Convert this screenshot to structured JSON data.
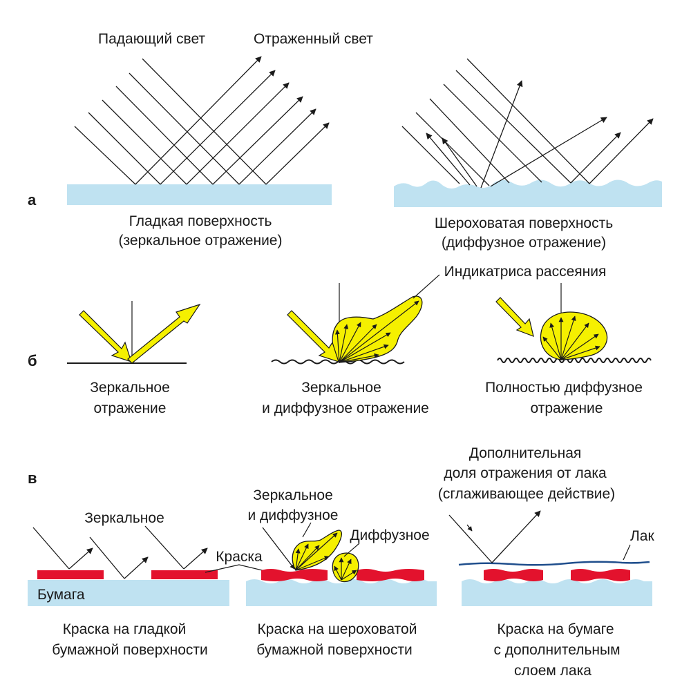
{
  "colors": {
    "paper": "#bfe2f1",
    "ink": "#e3122d",
    "lobe": "#f5f000",
    "varnish": "#1f4e8c",
    "lines": "#1a1a1a"
  },
  "section_a": {
    "letter": "а",
    "incident_light": "Падающий свет",
    "reflected_light": "Отраженный свет",
    "smooth_line1": "Гладкая поверхность",
    "smooth_line2": "(зеркальное отражение)",
    "rough_line1": "Шероховатая поверхность",
    "rough_line2": "(диффузное отражение)"
  },
  "section_b": {
    "letter": "б",
    "indicatrix": "Индикатриса рассеяния",
    "mirror_line1": "Зеркальное",
    "mirror_line2": "отражение",
    "mixed_line1": "Зеркальное",
    "mixed_line2": "и диффузное отражение",
    "diffuse_line1": "Полностью диффузное",
    "diffuse_line2": "отражение"
  },
  "section_c": {
    "letter": "в",
    "specular": "Зеркальное",
    "ink_label": "Краска",
    "paper_label": "Бумага",
    "mixed_line1": "Зеркальное",
    "mixed_line2": "и диффузное",
    "diffuse": "Диффузное",
    "varnish_line1": "Дополнительная",
    "varnish_line2": "доля отражения от лака",
    "varnish_line3": "(сглаживающее действие)",
    "varnish_label": "Лак",
    "cap_smooth_line1": "Краска на гладкой",
    "cap_smooth_line2": "бумажной поверхности",
    "cap_rough_line1": "Краска на шероховатой",
    "cap_rough_line2": "бумажной поверхности",
    "cap_varnish_line1": "Краска на  бумаге",
    "cap_varnish_line2": "с дополнительным",
    "cap_varnish_line3": "слоем лака"
  }
}
